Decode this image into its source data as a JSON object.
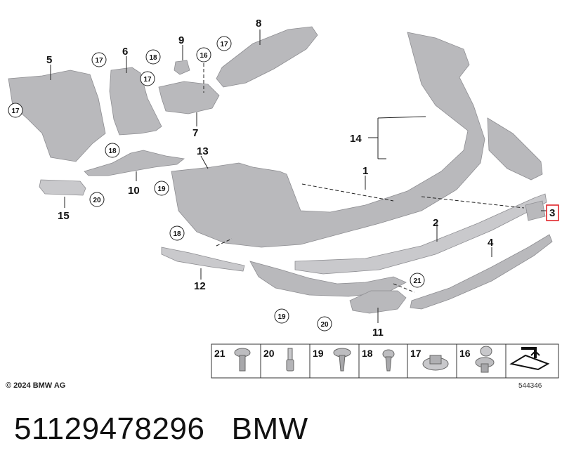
{
  "callouts": {
    "c1": "1",
    "c2": "2",
    "c3": "3",
    "c4": "4",
    "c5": "5",
    "c6": "6",
    "c7": "7",
    "c8": "8",
    "c9": "9",
    "c10": "10",
    "c11": "11",
    "c12": "12",
    "c13": "13",
    "c14": "14",
    "c15": "15"
  },
  "circled": {
    "a": "17",
    "b": "17",
    "c": "18",
    "d": "17",
    "e": "16",
    "f": "17",
    "g": "18",
    "h": "19",
    "i": "20",
    "j": "18",
    "k": "19",
    "l": "20",
    "m": "21"
  },
  "legend": {
    "items": [
      "21",
      "20",
      "19",
      "18",
      "17",
      "16"
    ],
    "diagram_id": "544346"
  },
  "copyright": "© 2024 BMW AG",
  "footer": {
    "part_number": "51129478296",
    "brand": "BMW"
  },
  "colors": {
    "part_fill": "#b9b9bc",
    "highlight": "#e0262b"
  }
}
